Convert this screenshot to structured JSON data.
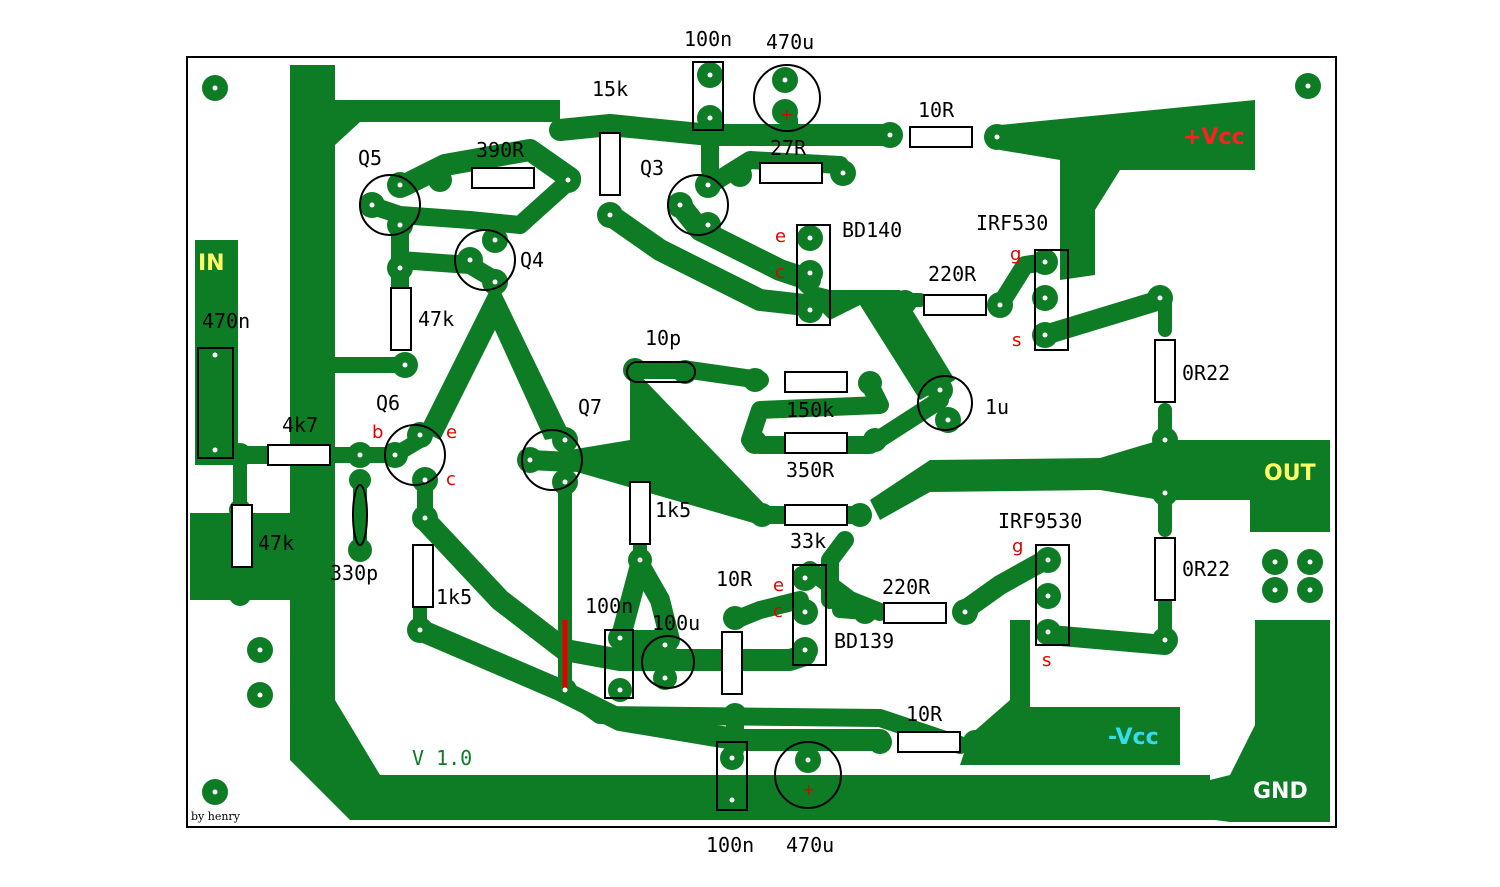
{
  "colors": {
    "copper": "#0e7c25",
    "label_red": "#e00000",
    "net_yellow": "#ffff66",
    "net_cyan": "#33ddee",
    "vcc_red": "#ff2020"
  },
  "top_labels": {
    "cap_100n_top": "100n",
    "cap_470u_top": "470u"
  },
  "bottom_labels": {
    "cap_100n_bottom": "100n",
    "cap_470u_bottom": "470u"
  },
  "components": {
    "r_15k": "15k",
    "r_390R": "390R",
    "r_27R": "27R",
    "r_10R_top": "10R",
    "r_47k_q": "47k",
    "r_47k_in": "47k",
    "r_4k7": "4k7",
    "r_220R_top": "220R",
    "r_0R22_top": "0R22",
    "r_0R22_bottom": "0R22",
    "r_150k": "150k",
    "r_350R": "350R",
    "r_33k": "33k",
    "r_1k5_a": "1k5",
    "r_1k5_b": "1k5",
    "r_220R_bottom": "220R",
    "r_10R_mid": "10R",
    "r_10R_bottom": "10R",
    "c_470n": "470n",
    "c_330p": "330p",
    "c_10p": "10p",
    "c_1u": "1u",
    "c_100n_mid": "100n",
    "c_100u": "100u"
  },
  "transistors": {
    "q5": "Q5",
    "q4": "Q4",
    "q3": "Q3",
    "q6": "Q6",
    "q7": "Q7",
    "bd140": "BD140",
    "bd139": "BD139",
    "irf530": "IRF530",
    "irf9530": "IRF9530"
  },
  "pins": {
    "q6_b": "b",
    "q6_e": "e",
    "q6_c": "c",
    "bd140_e": "e",
    "bd140_c": "c",
    "bd139_e": "e",
    "bd139_c": "c",
    "irf530_g": "g",
    "irf530_s": "s",
    "irf9530_g": "g",
    "irf9530_s": "s"
  },
  "nets": {
    "in": "IN",
    "out": "OUT",
    "gnd": "GND",
    "pos_vcc": "+Vcc",
    "neg_vcc": "-Vcc"
  },
  "version": "V 1.0",
  "author": "by henry"
}
